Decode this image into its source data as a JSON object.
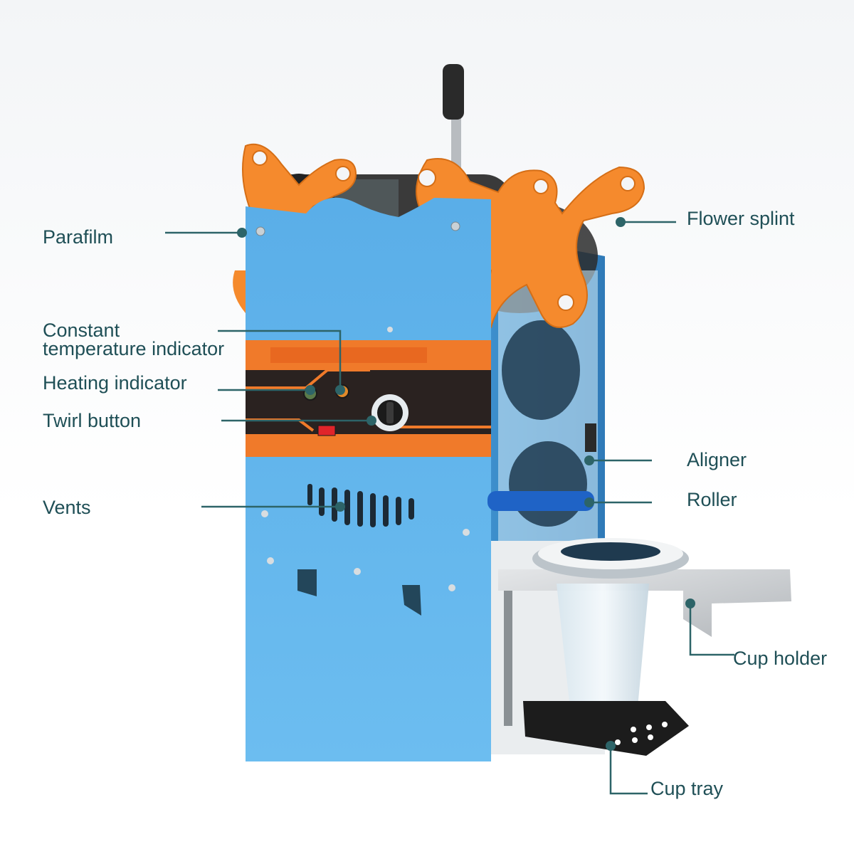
{
  "labels": {
    "parafilm": "Parafilm",
    "constant_line1": "Constant",
    "constant_line2": "temperature indicator",
    "heating": "Heating indicator",
    "twirl": "Twirl button",
    "vents": "Vents",
    "flower": "Flower splint",
    "aligner": "Aligner",
    "roller": "Roller",
    "cup_holder": "Cup holder",
    "cup_tray": "Cup tray"
  },
  "colors": {
    "body_blue": "#5aaee8",
    "accent_orange": "#f58a2d",
    "leader_line": "#2d6468",
    "label_text": "#1f4f56"
  }
}
